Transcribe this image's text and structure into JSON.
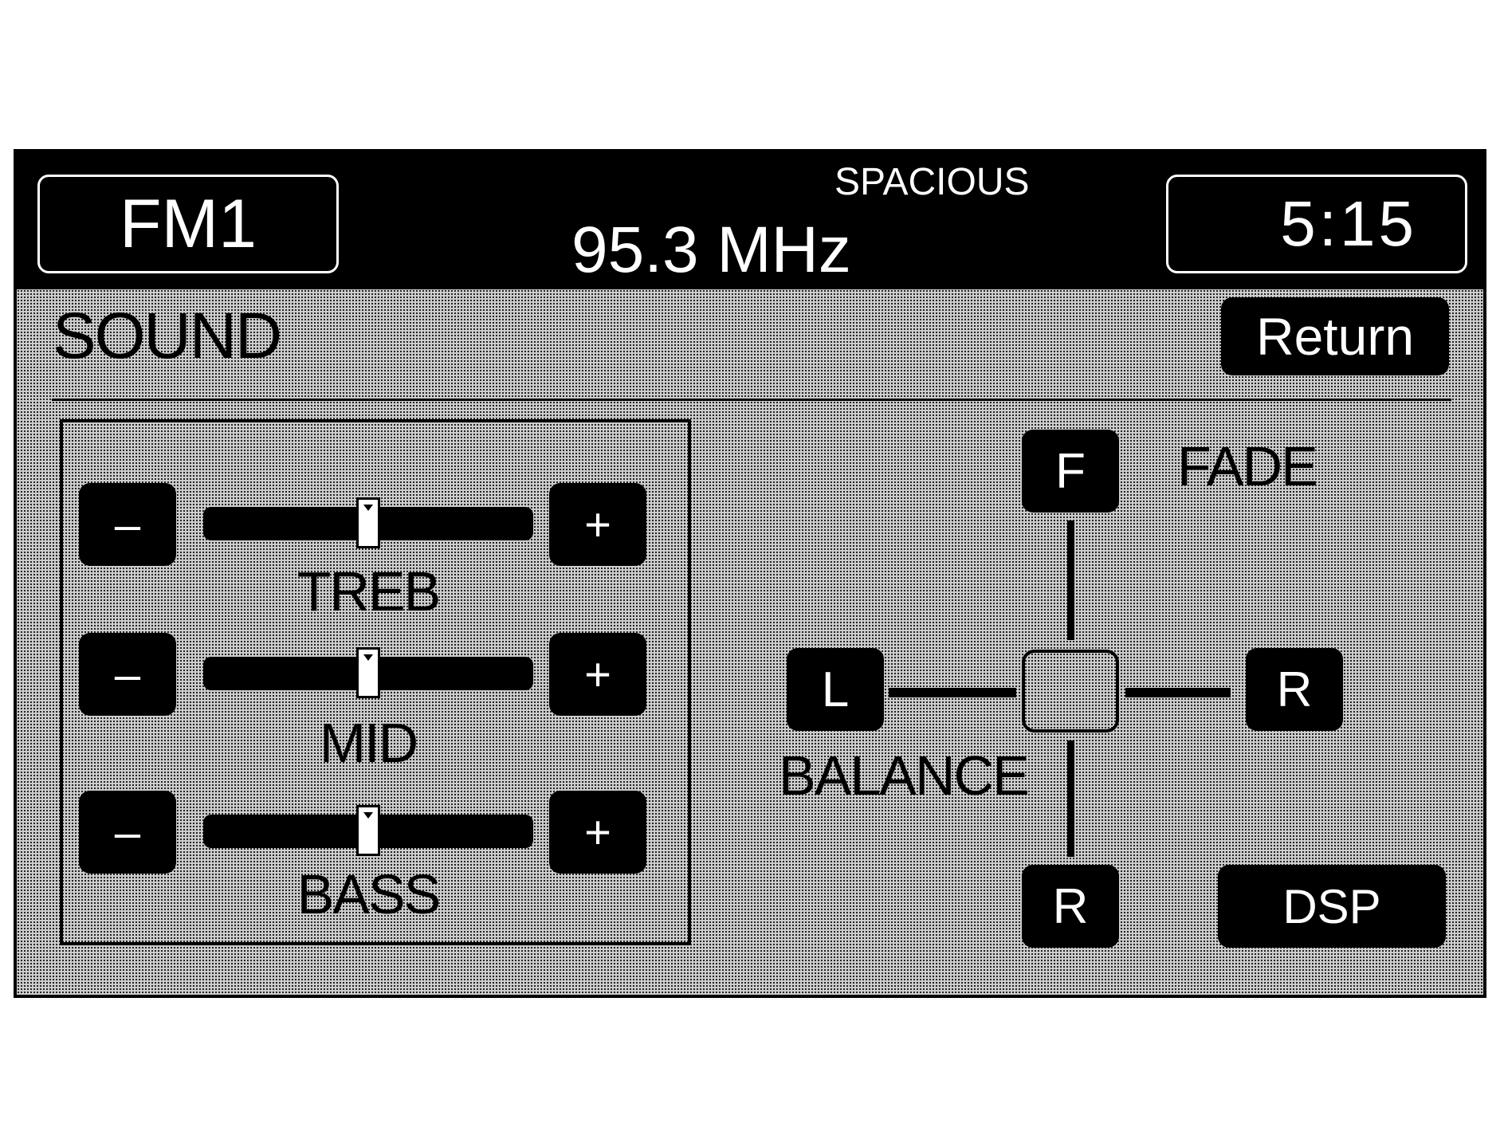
{
  "header": {
    "band": "FM1",
    "mode": "SPACIOUS",
    "frequency": "95.3 MHz",
    "clock": "5:15"
  },
  "screen": {
    "title": "SOUND",
    "return_label": "Return"
  },
  "equalizer": {
    "minus_label": "–",
    "plus_label": "+",
    "bands": [
      {
        "label": "TREB",
        "level": 0.5
      },
      {
        "label": "MID",
        "level": 0.5
      },
      {
        "label": "BASS",
        "level": 0.5
      }
    ]
  },
  "balance_fade": {
    "front_label": "F",
    "rear_label": "R",
    "left_label": "L",
    "right_label": "R",
    "fade_label": "FADE",
    "balance_label": "BALANCE"
  },
  "dsp_label": "DSP",
  "colors": {
    "screen_background": "#000000",
    "panel_dither": "#cfcfcf",
    "text_light": "#ffffff",
    "text_dark": "#000000"
  }
}
